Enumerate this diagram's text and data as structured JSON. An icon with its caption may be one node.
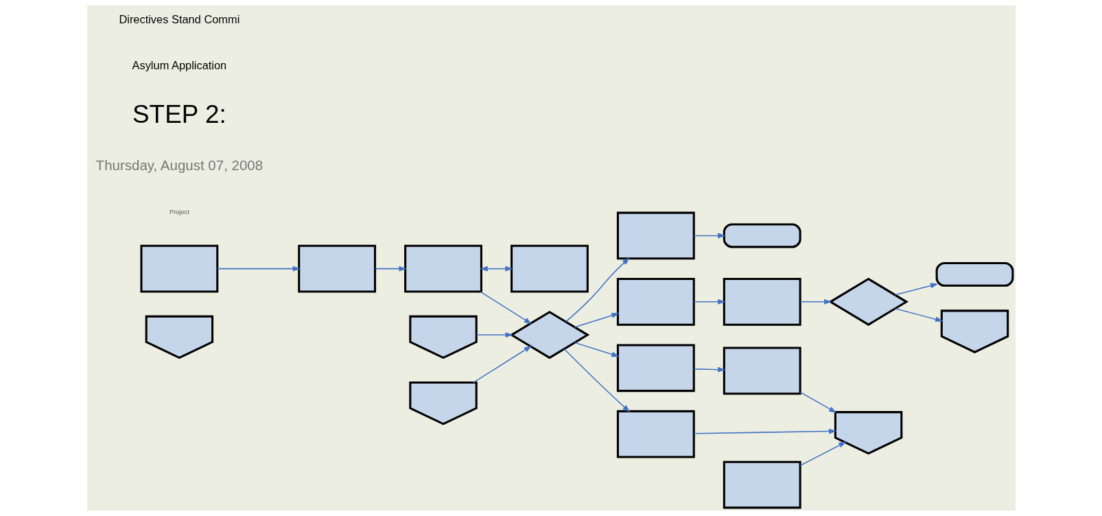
{
  "diagram": {
    "nodes": [
      {
        "text": [],
        "shape": "pentagon"
      },
      {
        "text": [],
        "shape": "box"
      },
      {
        "text": [],
        "shape": "box"
      },
      {
        "text": [],
        "shape": "box"
      },
      {
        "text": [],
        "shape": "box"
      },
      {
        "text": [],
        "shape": "pentagon"
      },
      {
        "text": [],
        "shape": "pentagon"
      },
      {
        "text": [],
        "shape": "diamond"
      },
      {
        "text": [],
        "shape": "box"
      },
      {
        "text": [],
        "shape": "oval"
      },
      {
        "text": [],
        "shape": "box"
      },
      {
        "text": [],
        "shape": "oval"
      },
      {
        "text": [],
        "shape": "box"
      },
      {
        "text": [],
        "shape": "box"
      },
      {
        "text": [],
        "shape": "diamond"
      },
      {
        "text": [],
        "shape": "pentagon"
      },
      {
        "text": [],
        "shape": "box"
      },
      {
        "text": [],
        "shape": "box"
      },
      {
        "text": [],
        "shape": "box"
      },
      {
        "text": [],
        "shape": "pentagon"
      }
    ],
    "edges": [
      {
        "from": 1,
        "to": 2,
        "arrow": "to"
      },
      {
        "from": 2,
        "to": 3,
        "arrow": "to"
      },
      {
        "from": 3,
        "to": 4,
        "arrow": "both"
      },
      {
        "from": 3,
        "to": 7,
        "arrow": "to"
      },
      {
        "from": 5,
        "to": 7,
        "arrow": "to"
      },
      {
        "from": 6,
        "to": 7,
        "arrow": "to"
      },
      {
        "from": 7,
        "to": 8,
        "arrow": "to"
      },
      {
        "from": 7,
        "to": 10,
        "arrow": "to"
      },
      {
        "from": 7,
        "to": 12,
        "arrow": "to"
      },
      {
        "from": 7,
        "to": 16,
        "arrow": "to"
      },
      {
        "from": 8,
        "to": 9,
        "arrow": "to"
      },
      {
        "from": 10,
        "to": 19,
        "arrow": "to"
      },
      {
        "from": 12,
        "to": 13,
        "arrow": "to"
      },
      {
        "from": 13,
        "to": 14,
        "arrow": "to"
      },
      {
        "from": 14,
        "to": 11,
        "arrow": "to"
      },
      {
        "from": 14,
        "to": 15,
        "arrow": "to"
      },
      {
        "from": 16,
        "to": 18,
        "arrow": "to"
      },
      {
        "from": 17,
        "to": 19,
        "arrow": "to"
      },
      {
        "from": 18,
        "to": 19,
        "arrow": "to"
      }
    ],
    "labels": [
      "Project",
      "Thursday, August 07, 2008",
      "STEP 2:",
      "Asylum Application",
      "Directives Stand Commi"
    ]
  }
}
